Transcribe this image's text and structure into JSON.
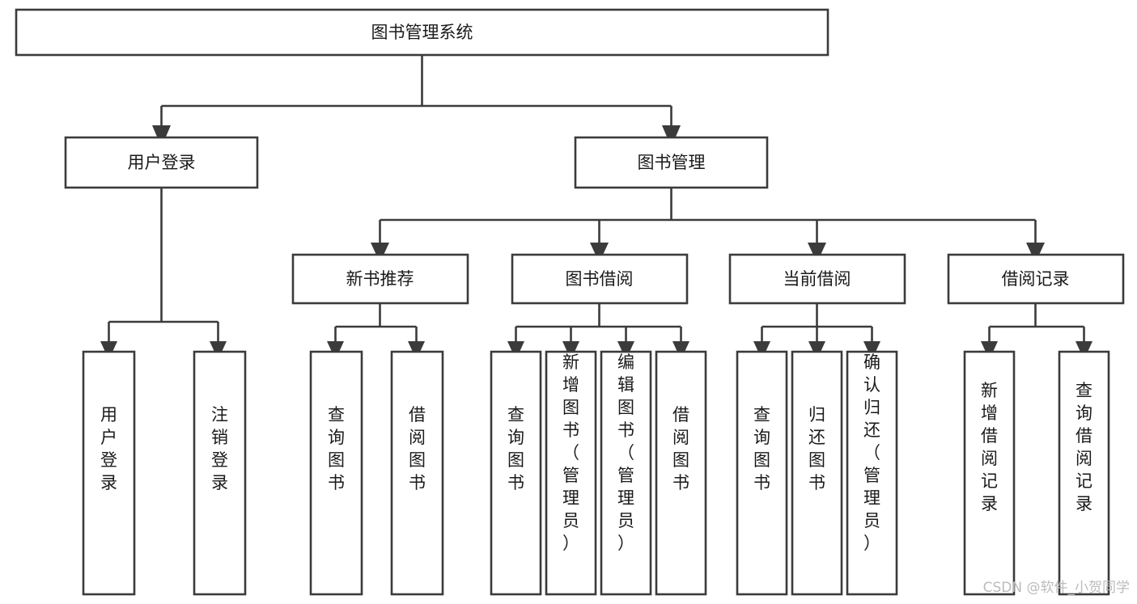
{
  "diagram": {
    "type": "tree-hierarchy",
    "title": "图书管理系统",
    "orientation": "top-down",
    "colors": {
      "box_fill": "#ffffff",
      "box_stroke": "#3b3b3b",
      "text": "#1a1a1a",
      "background": "#ffffff",
      "watermark": "#bcbcbc"
    },
    "levels": [
      {
        "level": 1,
        "nodes": [
          {
            "id": "root",
            "label": "图书管理系统",
            "orientation": "horizontal"
          }
        ]
      },
      {
        "level": 2,
        "nodes": [
          {
            "id": "login",
            "label": "用户登录",
            "orientation": "horizontal",
            "parent": "root"
          },
          {
            "id": "bookmgmt",
            "label": "图书管理",
            "orientation": "horizontal",
            "parent": "root"
          }
        ]
      },
      {
        "level": 3,
        "nodes": [
          {
            "id": "newbook",
            "label": "新书推荐",
            "orientation": "horizontal",
            "parent": "bookmgmt"
          },
          {
            "id": "borrow",
            "label": "图书借阅",
            "orientation": "horizontal",
            "parent": "bookmgmt"
          },
          {
            "id": "current",
            "label": "当前借阅",
            "orientation": "horizontal",
            "parent": "bookmgmt"
          },
          {
            "id": "records",
            "label": "借阅记录",
            "orientation": "horizontal",
            "parent": "bookmgmt"
          }
        ]
      },
      {
        "level": 4,
        "nodes": [
          {
            "id": "leaf-user-login",
            "label": "用户登录",
            "orientation": "vertical",
            "parent": "login"
          },
          {
            "id": "leaf-logout-login",
            "label": "注销登录",
            "orientation": "vertical",
            "parent": "login"
          },
          {
            "id": "leaf-query-book-1",
            "label": "查询图书",
            "orientation": "vertical",
            "parent": "newbook"
          },
          {
            "id": "leaf-borrow-book-1",
            "label": "借阅图书",
            "orientation": "vertical",
            "parent": "newbook"
          },
          {
            "id": "leaf-query-book-2",
            "label": "查询图书",
            "orientation": "vertical",
            "parent": "borrow"
          },
          {
            "id": "leaf-add-book",
            "label": "新增图书（管理员）",
            "orientation": "vertical",
            "parent": "borrow"
          },
          {
            "id": "leaf-edit-book",
            "label": "编辑图书（管理员）",
            "orientation": "vertical",
            "parent": "borrow"
          },
          {
            "id": "leaf-borrow-book-2",
            "label": "借阅图书",
            "orientation": "vertical",
            "parent": "borrow"
          },
          {
            "id": "leaf-query-book-3",
            "label": "查询图书",
            "orientation": "vertical",
            "parent": "current"
          },
          {
            "id": "leaf-return-book",
            "label": "归还图书",
            "orientation": "vertical",
            "parent": "current"
          },
          {
            "id": "leaf-confirm-return",
            "label": "确认归还（管理员）",
            "orientation": "vertical",
            "parent": "current"
          },
          {
            "id": "leaf-add-record",
            "label": "新增借阅记录",
            "orientation": "vertical",
            "parent": "records"
          },
          {
            "id": "leaf-query-record",
            "label": "查询借阅记录",
            "orientation": "vertical",
            "parent": "records"
          }
        ]
      }
    ]
  },
  "watermark": {
    "label": "CSDN @软件_小贺同学"
  }
}
